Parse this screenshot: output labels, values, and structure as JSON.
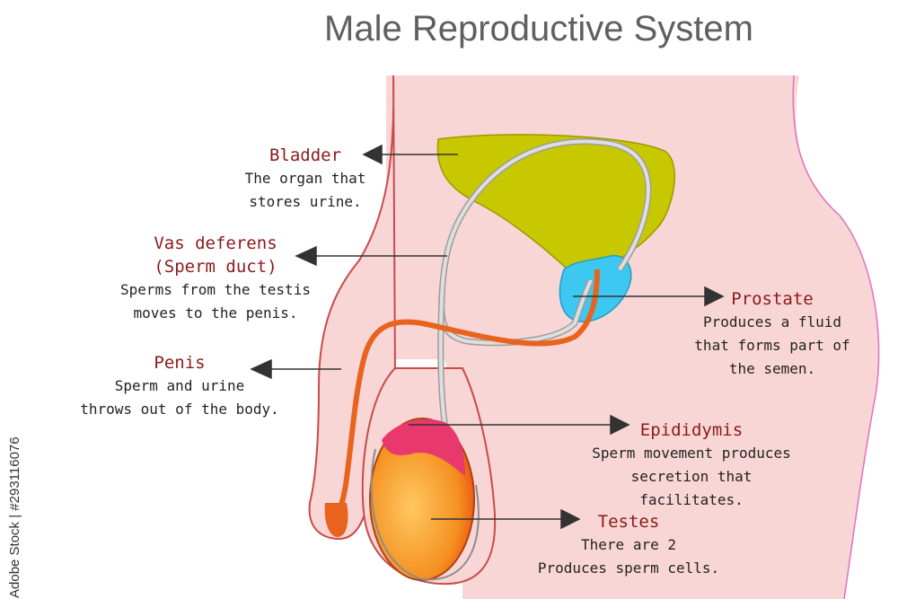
{
  "title": "Male Reproductive System",
  "watermark": "Adobe Stock | #293116076",
  "labels": {
    "bladder": {
      "name": "Bladder",
      "desc": [
        "The organ that",
        "stores urine."
      ]
    },
    "vas_deferens": {
      "name": [
        "Vas deferens",
        "(Sperm duct)"
      ],
      "desc": [
        "Sperms from the testis",
        "moves to the penis."
      ]
    },
    "penis": {
      "name": "Penis",
      "desc": [
        "Sperm and urine",
        "throws out of the body."
      ]
    },
    "prostate": {
      "name": "Prostate",
      "desc": [
        "Produces a fluid",
        "that forms part of",
        "the semen."
      ]
    },
    "epididymis": {
      "name": "Epididymis",
      "desc": [
        "Sperm movement produces",
        "secretion that facilitates."
      ]
    },
    "testes": {
      "name": "Testes",
      "desc": [
        "There are 2",
        "Produces sperm cells."
      ]
    }
  },
  "colors": {
    "body": "#f9d6d6",
    "outline": "#c94a4a",
    "bladder": "#c8c800",
    "prostate": "#3cc8f0",
    "vas_deferens": "#e8641e",
    "urethra": "#c8c8c8",
    "testis": "#f5a020",
    "epididymis": "#e8386e",
    "label_name": "#8b1a1a"
  }
}
